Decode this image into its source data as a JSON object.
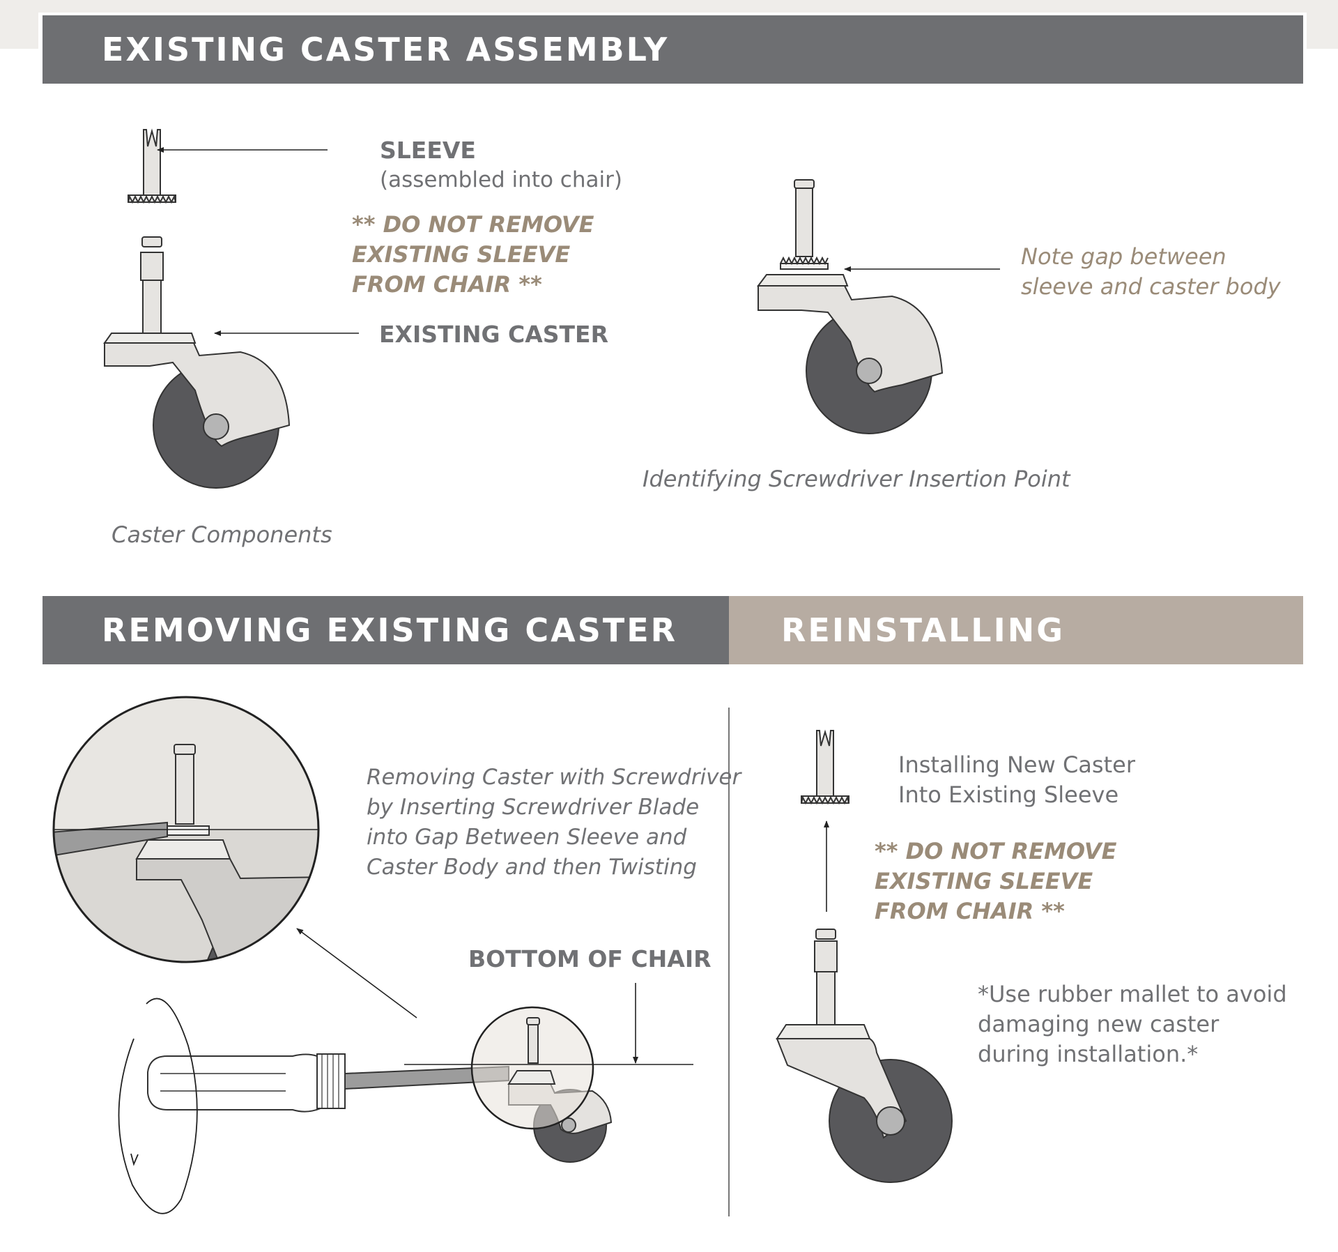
{
  "sections": {
    "assembly": {
      "title": "EXISTING CASTER ASSEMBLY",
      "sleeve_label": "SLEEVE",
      "sleeve_sub": "(assembled into chair)",
      "warning": "** DO NOT REMOVE\n    EXISTING SLEEVE\n    FROM CHAIR **",
      "caster_label": "EXISTING CASTER",
      "caption_left": "Caster Components",
      "gap_note": "Note gap between\nsleeve and caster body",
      "caption_right": "Identifying Screwdriver Insertion Point"
    },
    "removing": {
      "title": "REMOVING EXISTING CASTER",
      "instructions": "Removing Caster  with Screwdriver\nby Inserting Screwdriver Blade\ninto Gap Between Sleeve and\nCaster Body and then Twisting",
      "bottom_label": "BOTTOM OF CHAIR"
    },
    "reinstalling": {
      "title": "REINSTALLING",
      "install_text": "Installing New Caster\nInto Existing Sleeve",
      "warning": "** DO NOT REMOVE\n    EXISTING SLEEVE\n    FROM CHAIR **",
      "mallet_note": "*Use rubber mallet to avoid\n  damaging new caster\n  during installation.*"
    }
  },
  "colors": {
    "header_dark": "#6e6f72",
    "header_tan": "#b7aca2",
    "warning_text": "#9a8b78",
    "label_text": "#707174",
    "wheel": "#58585b",
    "caster_body": "#e4e2df"
  }
}
